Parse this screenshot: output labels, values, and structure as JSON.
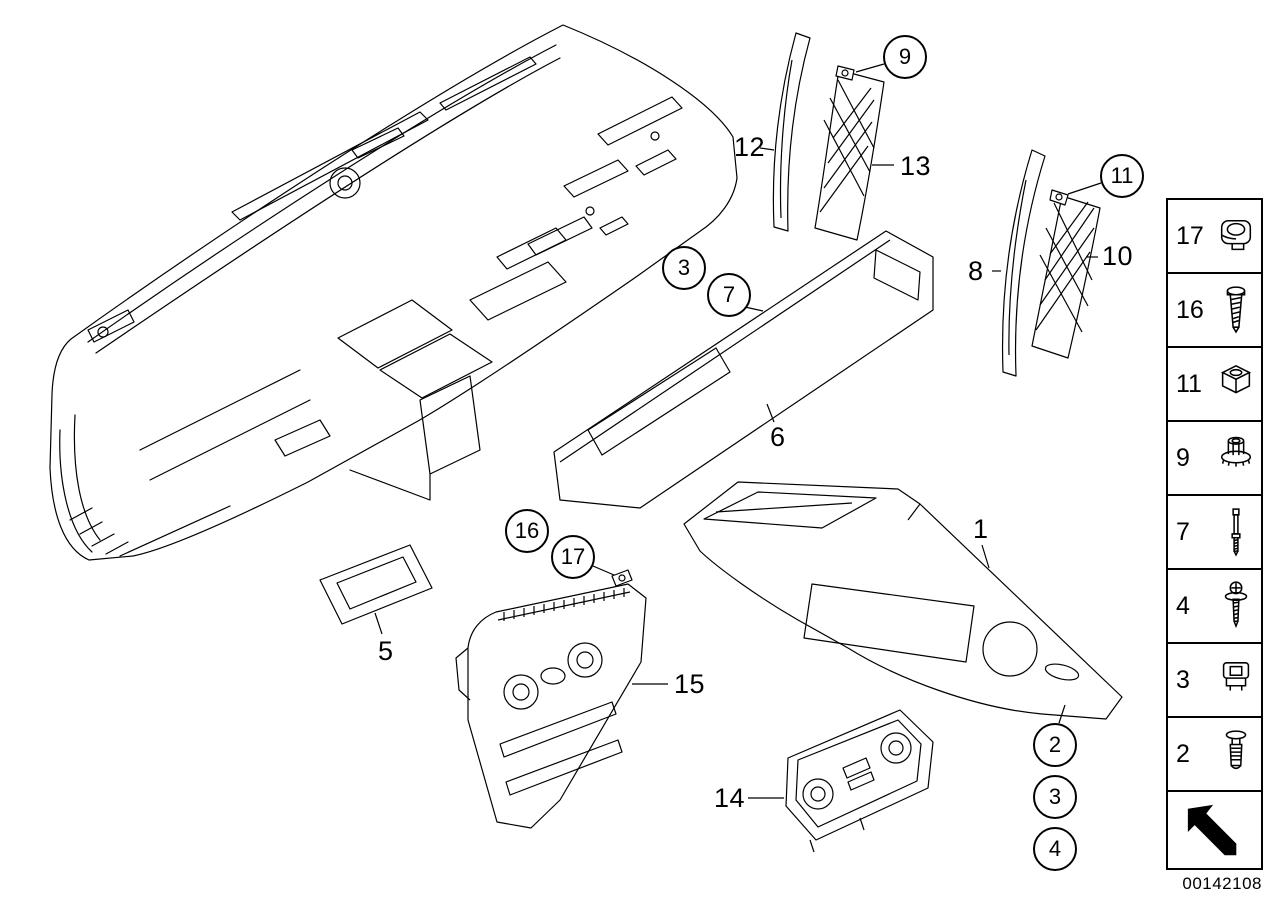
{
  "doc_number": "00142108",
  "callouts": [
    {
      "label": "12",
      "style": "plain"
    },
    {
      "label": "9",
      "style": "circled"
    },
    {
      "label": "13",
      "style": "plain"
    },
    {
      "label": "11",
      "style": "circled"
    },
    {
      "label": "10",
      "style": "plain"
    },
    {
      "label": "8",
      "style": "plain"
    },
    {
      "label": "3",
      "style": "circled"
    },
    {
      "label": "7",
      "style": "circled"
    },
    {
      "label": "6",
      "style": "plain"
    },
    {
      "label": "1",
      "style": "plain"
    },
    {
      "label": "16",
      "style": "circled"
    },
    {
      "label": "17",
      "style": "circled"
    },
    {
      "label": "5",
      "style": "plain"
    },
    {
      "label": "15",
      "style": "plain"
    },
    {
      "label": "14",
      "style": "plain"
    },
    {
      "label": "2",
      "style": "circled"
    },
    {
      "label": "3",
      "style": "circled"
    },
    {
      "label": "4",
      "style": "circled"
    }
  ],
  "legend": {
    "items": [
      {
        "number": "17",
        "icon": "clip-nut-icon"
      },
      {
        "number": "16",
        "icon": "screw-icon"
      },
      {
        "number": "11",
        "icon": "hex-nut-icon"
      },
      {
        "number": "9",
        "icon": "flange-nut-icon"
      },
      {
        "number": "7",
        "icon": "stud-icon"
      },
      {
        "number": "4",
        "icon": "screw-washer-icon"
      },
      {
        "number": "3",
        "icon": "expanding-nut-icon"
      },
      {
        "number": "2",
        "icon": "expansion-rivet-icon"
      }
    ]
  }
}
